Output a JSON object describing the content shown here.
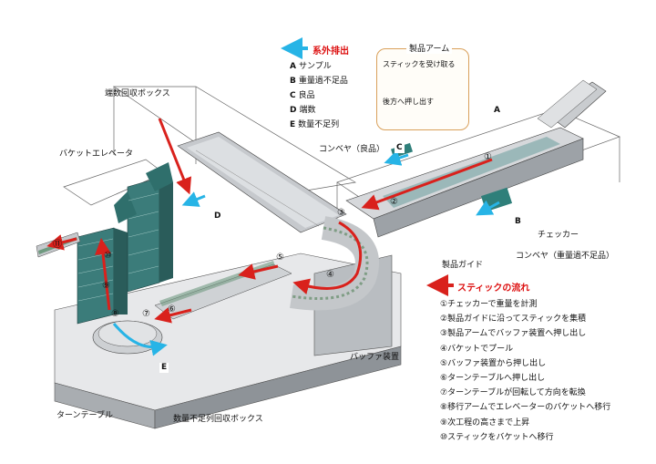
{
  "colors": {
    "flow_arrow": "#d9211c",
    "discharge_arrow": "#27b4e6",
    "structure_light": "#d6d8db",
    "structure_dark": "#7c8186",
    "machine_green": "#2f7f7a"
  },
  "legend_discharge": {
    "title": "系外排出",
    "items": [
      {
        "key": "A",
        "label": "サンプル"
      },
      {
        "key": "B",
        "label": "重量過不足品"
      },
      {
        "key": "C",
        "label": "良品"
      },
      {
        "key": "D",
        "label": "端数"
      },
      {
        "key": "E",
        "label": "数量不足列"
      }
    ]
  },
  "inset": {
    "title": "製品アーム",
    "step1": "スティックを受け取る",
    "step2": "後方へ押し出す"
  },
  "legend_flow": {
    "title": "スティックの流れ",
    "items": [
      "①チェッカーで重量を計測",
      "②製品ガイドに沿ってスティックを集積",
      "③製品アームでバッファ装置へ押し出し",
      "④バケットでプール",
      "⑤バッファ装置から押し出し",
      "⑥ターンテーブルへ押し出し",
      "⑦ターンテーブルが回転して方向を転換",
      "⑧移行アームでエレベーターのバケットへ移行",
      "⑨次工程の高さまで上昇",
      "⑩スティックをバケットへ移行"
    ]
  },
  "labels": {
    "fraction_box": "端数回収ボックス",
    "bucket_elevator": "バケットエレベータ",
    "conveyor_good": "コンベヤ（良品）",
    "checker": "チェッカー",
    "conveyor_weight": "コンベヤ（重量過不足品）",
    "product_guide": "製品ガイド",
    "buffer": "バッファ装置",
    "turntable": "ターンテーブル",
    "shortage_box": "数量不足列回収ボックス"
  },
  "markers": {
    "A": "A",
    "B": "B",
    "C": "C",
    "D": "D",
    "E": "E",
    "n1": "①",
    "n2": "②",
    "n3": "③",
    "n4": "④",
    "n5": "⑤",
    "n6": "⑥",
    "n7": "⑦",
    "n8": "⑧",
    "n9": "⑨",
    "n10": "⑩",
    "n11": "⑪"
  }
}
